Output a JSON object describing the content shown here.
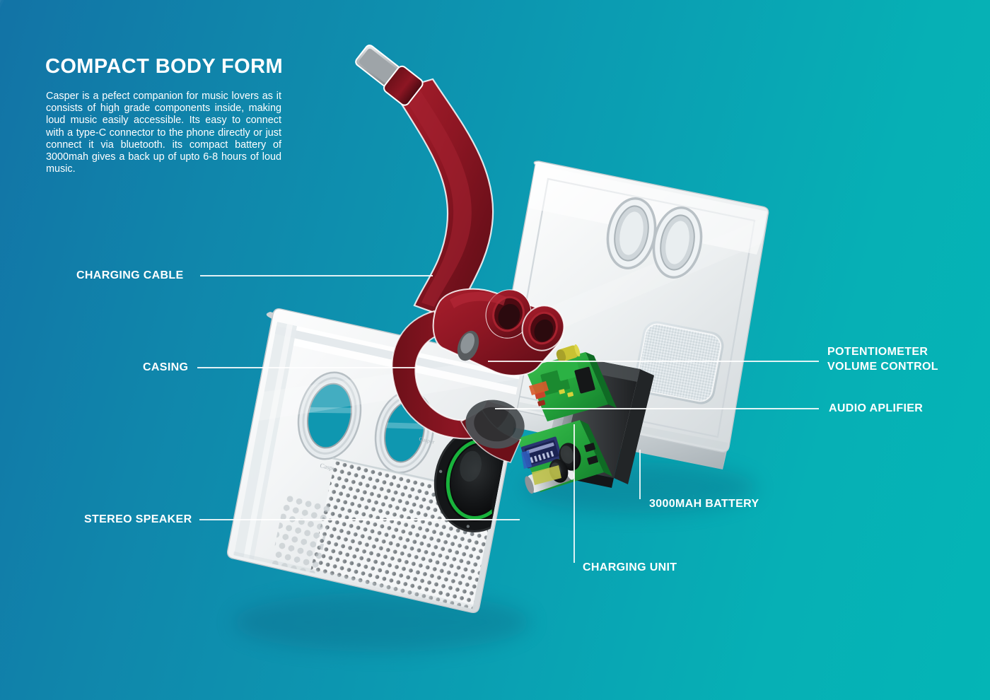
{
  "headline": "COMPACT BODY FORM",
  "body": "Casper is a pefect companion for music lovers as it consists of high grade components inside, making loud music easily accessible. Its easy to connect with a type-C connector to the phone directly or just connect it via bluetooth. its compact battery of 3000mah gives a back up  of upto 6-8 hours of loud music.",
  "callouts": {
    "charging_cable": "CHARGING CABLE",
    "casing": "CASING",
    "stereo_speaker": "STEREO SPEAKER",
    "potentiometer_line1": "POTENTIOMETER",
    "potentiometer_line2": "VOLUME CONTROL",
    "audio_amplifier": "AUDIO APLIFIER",
    "battery": "3000MAH BATTERY",
    "charging_unit": "CHARGING UNIT"
  },
  "colors": {
    "bg_left": "#1273a6",
    "bg_right": "#04b5b6",
    "label_text": "#ffffff",
    "cable_red": "#8d1623",
    "cable_red_dark": "#5e0c16",
    "pcb_green": "#22a03a",
    "speaker_green": "#19b33c",
    "battery_dark": "#3a3d40",
    "casing_white": "#f2f4f5"
  }
}
